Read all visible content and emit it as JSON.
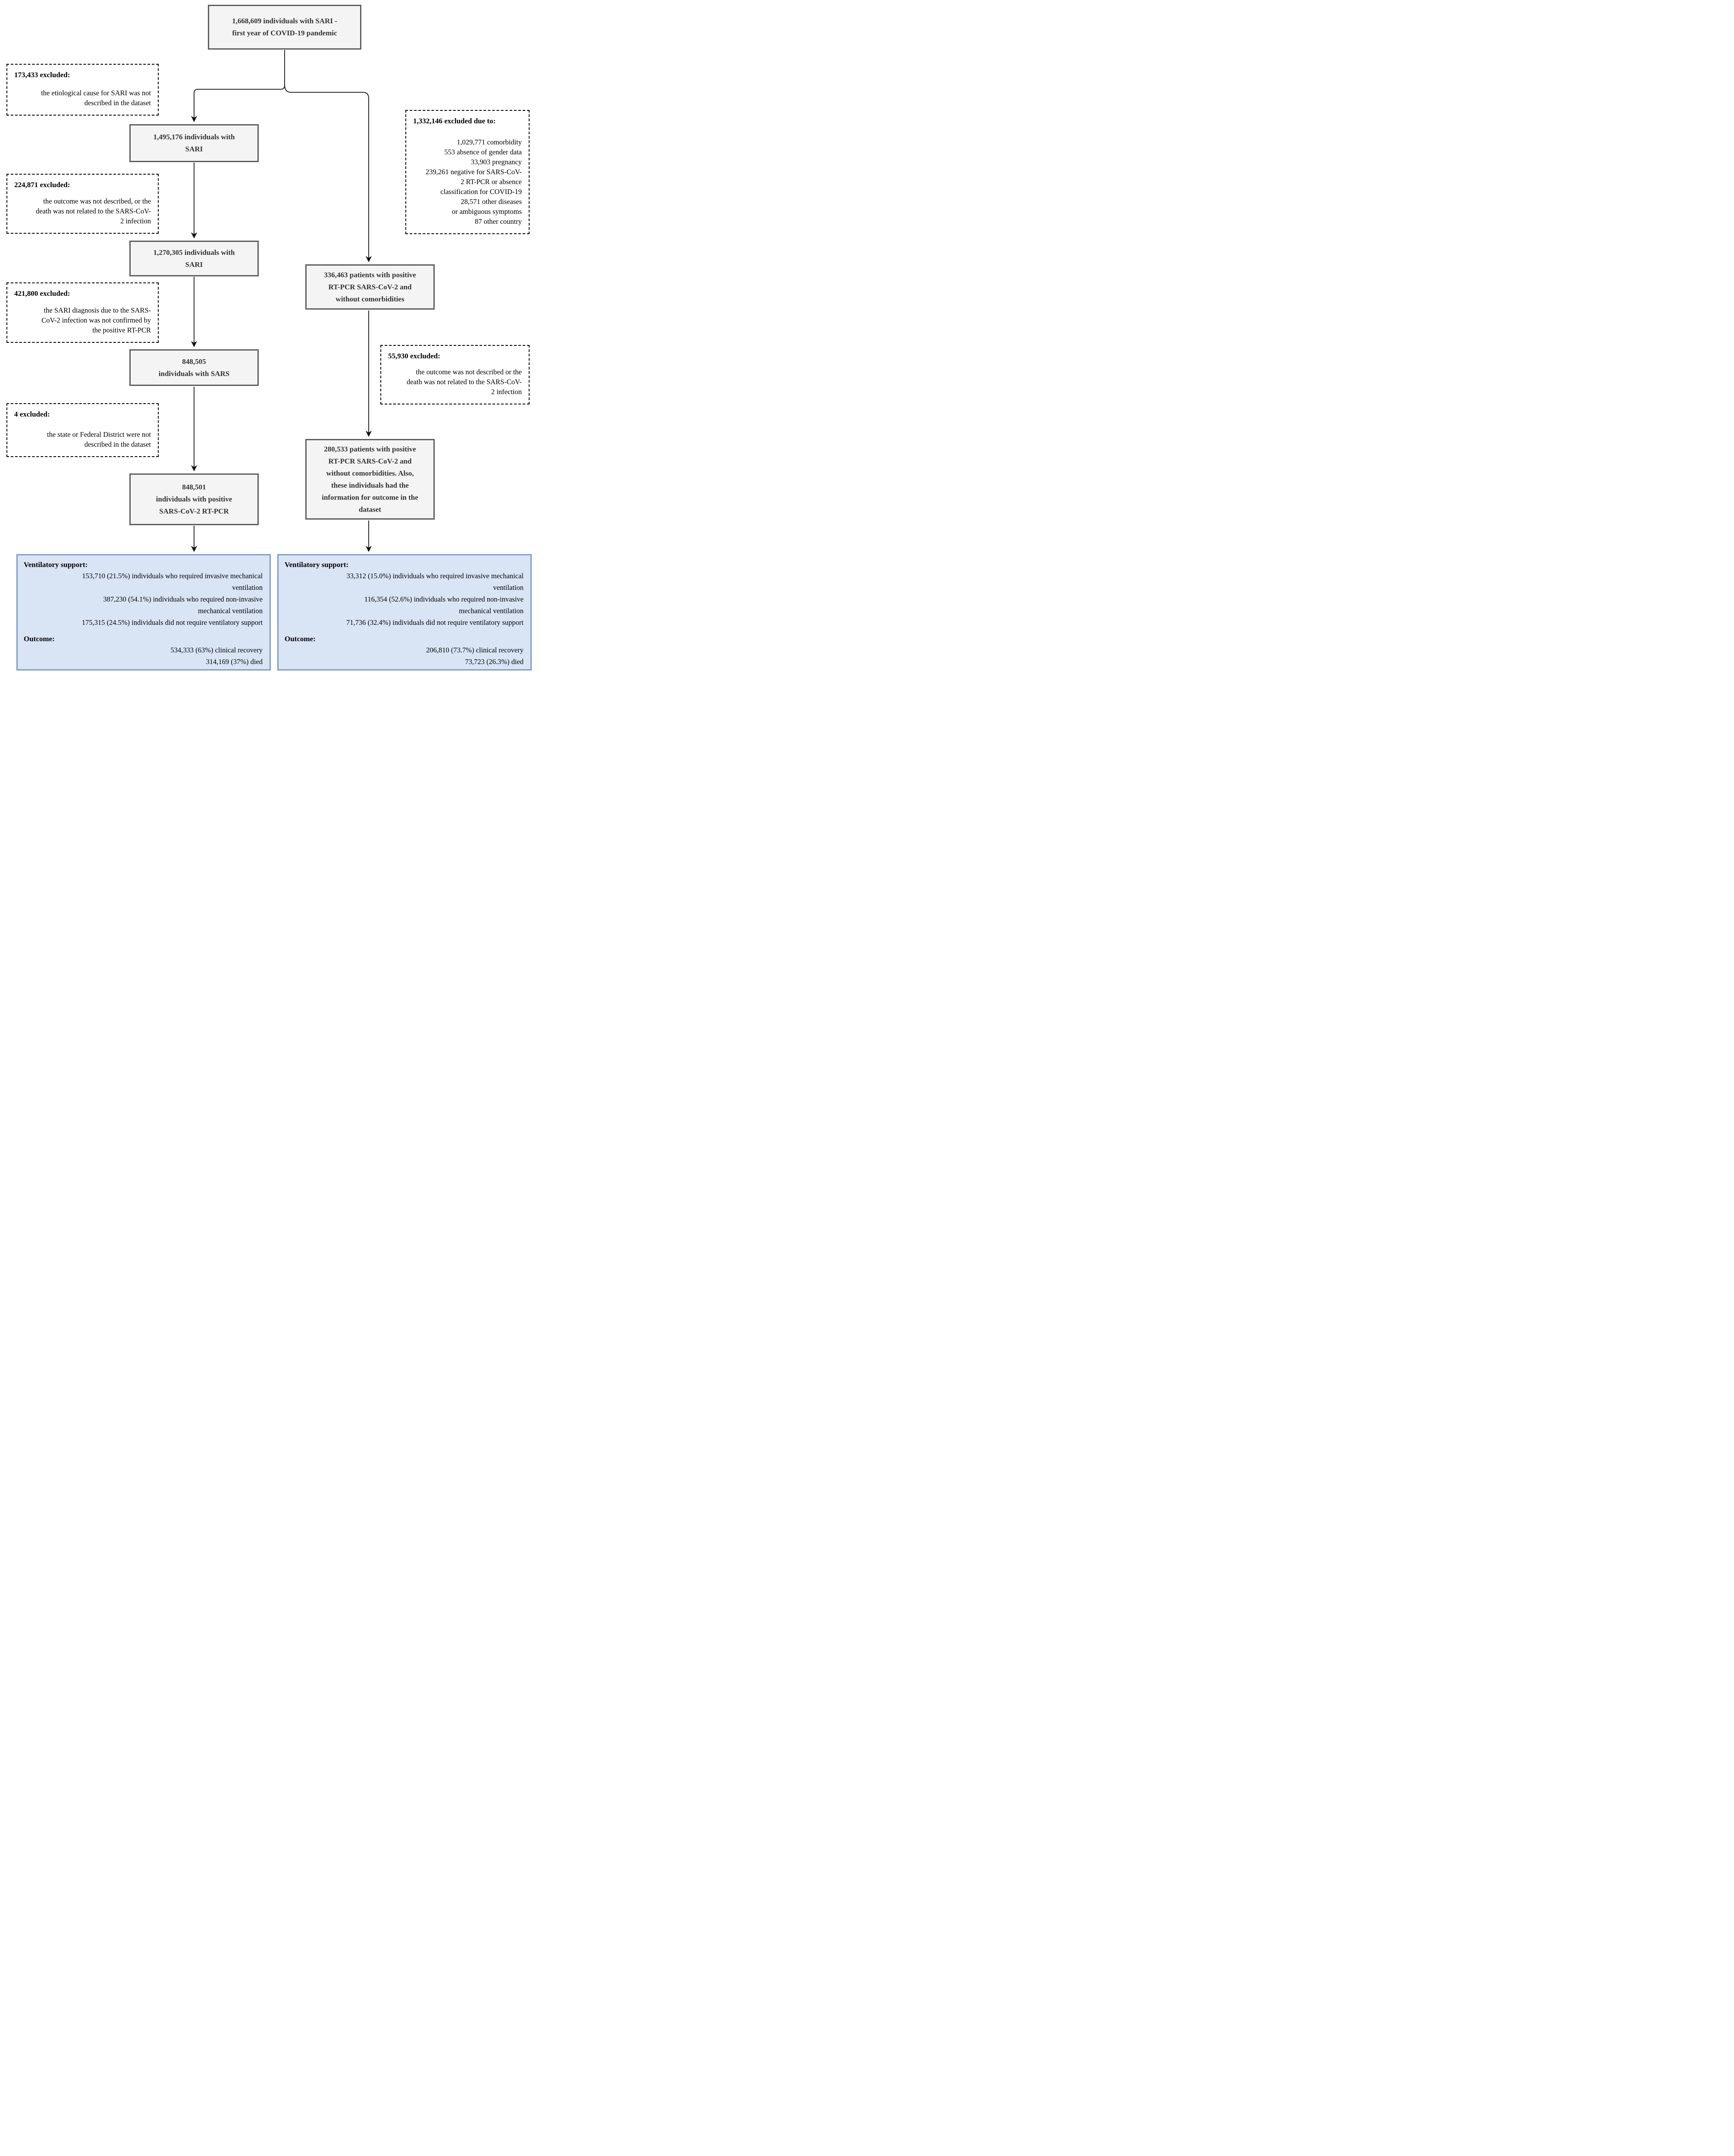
{
  "diagram": {
    "nodes": {
      "top": "1,668,609 individuals with SARI -\nfirst year of COVID-19 pandemic",
      "sari_1495176": "1,495,176 individuals with\nSARI",
      "sari_1270305": "1,270,305 individuals with\nSARI",
      "sars_848505": "848,505\nindividuals with SARS",
      "pcr_848501": "848,501\nindividuals with positive\nSARS-CoV-2 RT-PCR",
      "pos_336463": "336,463 patients with positive\nRT-PCR SARS-CoV-2 and\nwithout comorbidities",
      "pos_280533": "280,533 patients with positive\nRT-PCR SARS-CoV-2 and\nwithout comorbidities. Also,\nthese individuals had the\ninformation for outcome in the\ndataset"
    },
    "exclusions": {
      "e173433": {
        "title": "173,433 excluded:",
        "body": "the etiological cause for SARI was not\ndescribed in the dataset"
      },
      "e224871": {
        "title": "224,871 excluded:",
        "body": "the outcome was not described, or the\ndeath was not related to the SARS-CoV-\n2 infection"
      },
      "e421800": {
        "title": "421,800 excluded:",
        "body": "the SARI diagnosis due to the SARS-\nCoV-2 infection was not confirmed by\nthe positive RT-PCR"
      },
      "e4": {
        "title": "4 excluded:",
        "body": "the state or Federal District were not\ndescribed in the dataset"
      },
      "e1332146": {
        "title": "1,332,146 excluded due to:",
        "body": "1,029,771 comorbidity\n553 absence of gender data\n33,903 pregnancy\n239,261 negative for SARS-CoV-\n2 RT-PCR or absence\nclassification for COVID-19\n28,571 other diseases\nor ambiguous symptoms\n87 other country"
      },
      "e55930": {
        "title": "55,930 excluded:",
        "body": "the outcome was not described or the\ndeath was not related to the SARS-CoV-\n2 infection"
      }
    },
    "outcome_boxes": {
      "left": {
        "vent_label": "Ventilatory support:",
        "vent_stats": "153,710 (21.5%) individuals who required invasive mechanical\nventilation\n387,230 (54.1%) individuals who required non-invasive\nmechanical ventilation\n175,315 (24.5%) individuals did not require ventilatory support",
        "outcome_label": "Outcome:",
        "outcome_stats": "534,333 (63%) clinical recovery\n314,169 (37%) died"
      },
      "right": {
        "vent_label": "Ventilatory support:",
        "vent_stats": "33,312 (15.0%) individuals who required invasive mechanical\nventilation\n116,354 (52.6%) individuals who required non-invasive\nmechanical ventilation\n71,736 (32.4%) individuals did not require ventilatory support",
        "outcome_label": "Outcome:",
        "outcome_stats": "206,810 (73.7%) clinical recovery\n73,723 (26.3%) died"
      }
    },
    "colors": {
      "node_fill": "#f5f4f4",
      "node_border": "#5d5d5d",
      "blue_fill": "#d9e4f5",
      "blue_border": "#7e9cc9",
      "line": "#111111"
    }
  }
}
